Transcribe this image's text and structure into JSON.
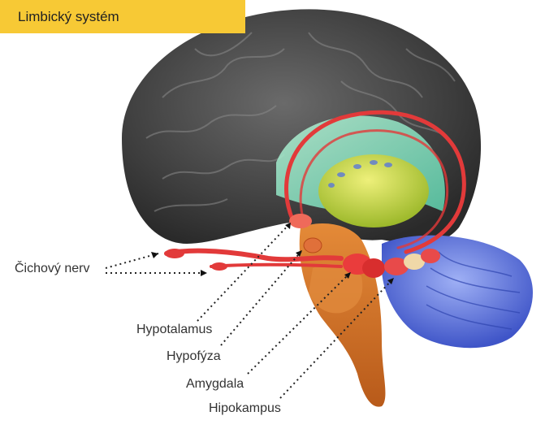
{
  "title": "Limbický systém",
  "labels": {
    "olfactory_nerve": "Čichový nerv",
    "hypothalamus": "Hypotalamus",
    "pituitary": "Hypofýza",
    "amygdala": "Amygdala",
    "hippocampus": "Hipokampus"
  },
  "colors": {
    "banner": "#f7c935",
    "cortex": "#4a4a4a",
    "cerebellum": "#5a6fd8",
    "brainstem": "#d97a2a",
    "limbic": "#e23a3a",
    "thalamus": "#c8d94a",
    "corpus_callosum": "#7ee0c0"
  }
}
